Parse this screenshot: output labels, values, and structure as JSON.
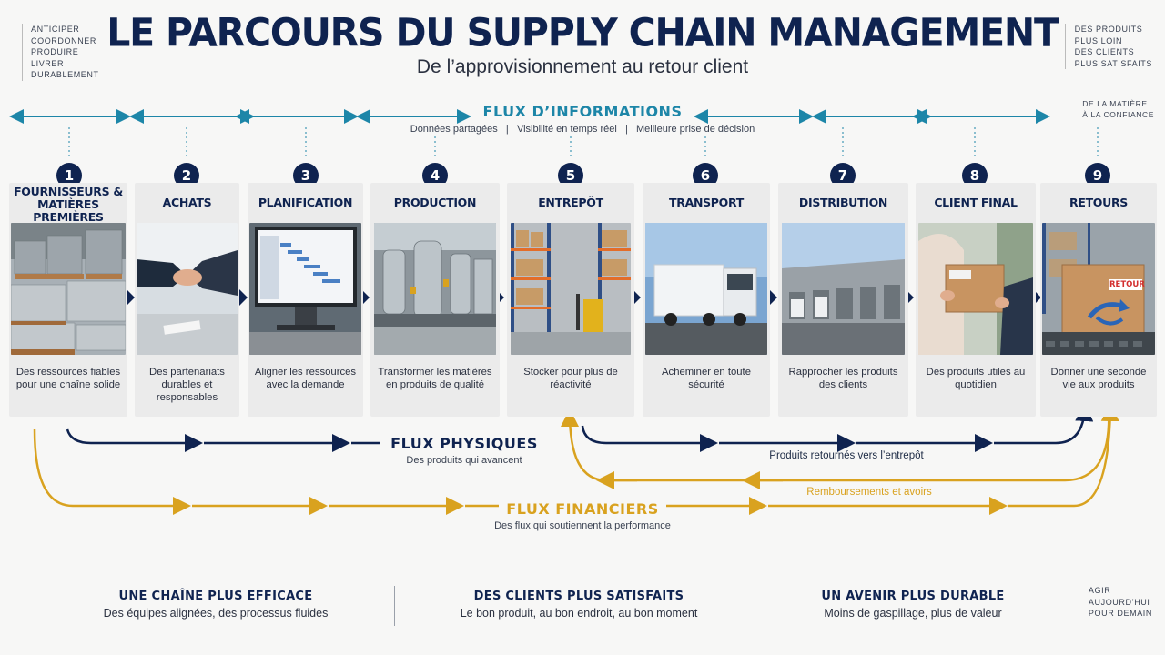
{
  "corners": {
    "top_left": "ANTICIPER\nCOORDONNER\nPRODUIRE\nLIVRER\nDURABLEMENT",
    "top_right": "DES PRODUITS\nPLUS LOIN\nDES CLIENTS\nPLUS SATISFAITS",
    "right_mid": "DE LA MATIÈRE\nÀ LA CONFIANCE",
    "bottom_right": "AGIR\nAUJOURD’HUI\nPOUR DEMAIN"
  },
  "header": {
    "title": "LE PARCOURS DU SUPPLY CHAIN MANAGEMENT",
    "subtitle": "De l’approvisionnement au retour client"
  },
  "flux_info": {
    "label": "FLUX D’INFORMATIONS",
    "subtitle": "Données partagées   |   Visibilité en temps réel   |   Meilleure prise de décision"
  },
  "steps": [
    {
      "number": "1",
      "title": "FOURNISSEURS & MATIÈRES PREMIÈRES",
      "description": "Des ressources fiables pour une chaîne solide"
    },
    {
      "number": "2",
      "title": "ACHATS",
      "description": "Des partenariats durables et responsables"
    },
    {
      "number": "3",
      "title": "PLANIFICATION",
      "description": "Aligner les ressources avec la demande"
    },
    {
      "number": "4",
      "title": "PRODUCTION",
      "description": "Transformer les matières en produits de qualité"
    },
    {
      "number": "5",
      "title": "ENTREPÔT",
      "description": "Stocker pour plus de réactivité"
    },
    {
      "number": "6",
      "title": "TRANSPORT",
      "description": "Acheminer en toute sécurité"
    },
    {
      "number": "7",
      "title": "DISTRIBUTION",
      "description": "Rapprocher les produits des clients"
    },
    {
      "number": "8",
      "title": "CLIENT FINAL",
      "description": "Des produits utiles au quotidien"
    },
    {
      "number": "9",
      "title": "RETOURS",
      "description": "Donner une seconde vie aux produits"
    }
  ],
  "retour_box_label": "RETOUR",
  "flux_phys": {
    "label": "FLUX PHYSIQUES",
    "subtitle": "Des produits qui avancent"
  },
  "returns_label": "Produits retournés vers l’entrepôt",
  "refunds_label": "Remboursements et avoirs",
  "flux_fin": {
    "label": "FLUX FINANCIERS",
    "subtitle": "Des flux qui soutiennent la performance"
  },
  "bottom": [
    {
      "title": "UNE CHAÎNE PLUS EFFICACE",
      "subtitle": "Des équipes alignées, des processus fluides"
    },
    {
      "title": "DES CLIENTS PLUS SATISFAITS",
      "subtitle": "Le bon produit, au bon endroit, au bon moment"
    },
    {
      "title": "UN AVENIR PLUS DURABLE",
      "subtitle": "Moins de gaspillage, plus de valeur"
    }
  ],
  "colors": {
    "navy": "#0f2350",
    "teal": "#1d86a8",
    "gold": "#d9a21f"
  }
}
